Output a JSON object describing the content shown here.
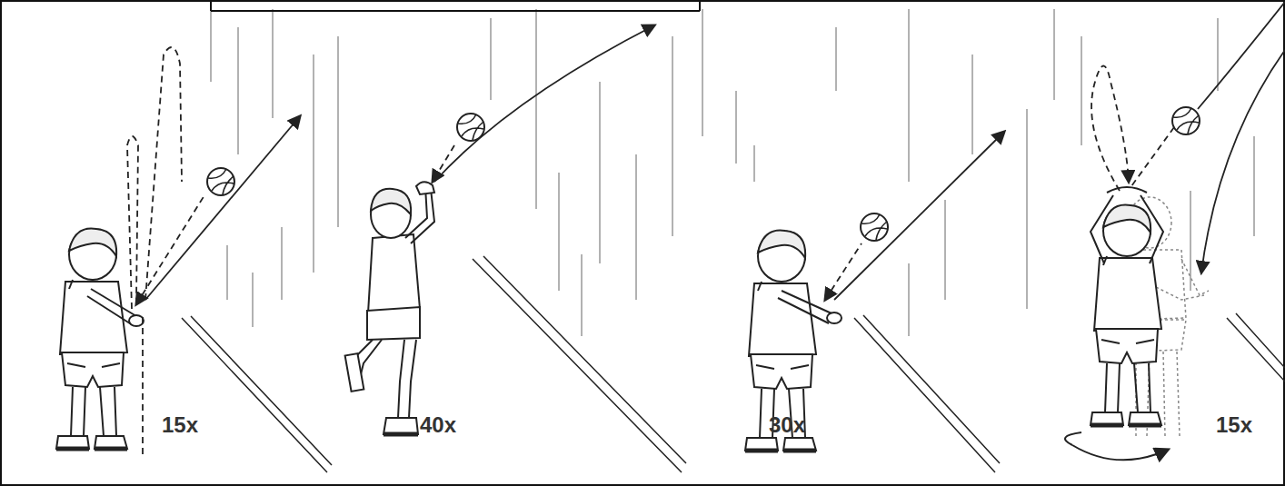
{
  "diagram": {
    "labels": [
      "15x",
      "40x",
      "30x",
      "15x"
    ]
  }
}
